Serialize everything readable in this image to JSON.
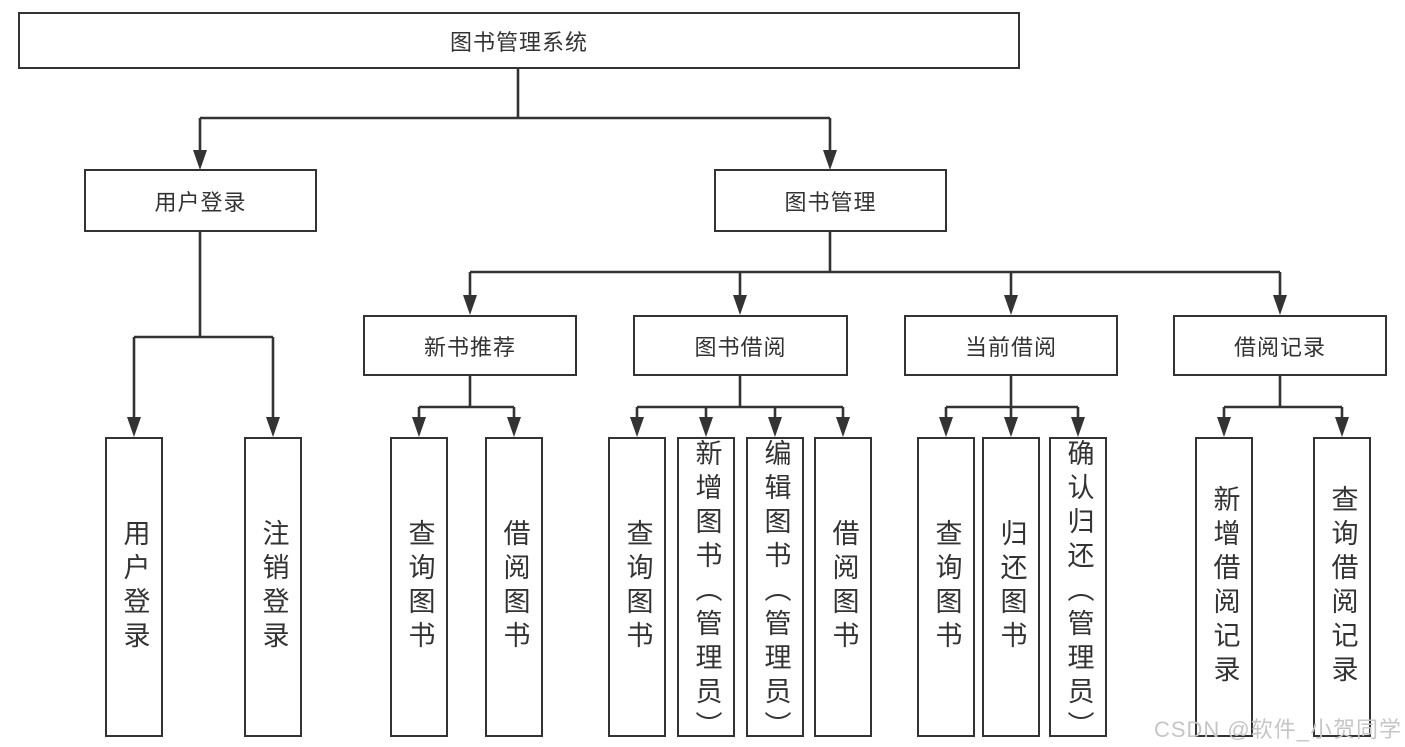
{
  "diagram": {
    "title": "图书管理系统",
    "watermark": "CSDN @软件_小贺同学",
    "colors": {
      "line": "#333333",
      "box_border": "#333333",
      "text": "#333333",
      "background": "#ffffff",
      "watermark": "#c6c6c6"
    },
    "nodes": {
      "root": "图书管理系统",
      "level2": {
        "user_login": "用户登录",
        "book_mgmt": "图书管理"
      },
      "level3": {
        "new_books": "新书推荐",
        "borrowing": "图书借阅",
        "current": "当前借阅",
        "records": "借阅记录"
      },
      "leaves": {
        "user_login": [
          "用户登录",
          "注销登录"
        ],
        "new_books": [
          "查询图书",
          "借阅图书"
        ],
        "borrowing": [
          "查询图书",
          "新增图书（管理员）",
          "编辑图书（管理员）",
          "借阅图书"
        ],
        "current": [
          "查询图书",
          "归还图书",
          "确认归还（管理员）"
        ],
        "records": [
          "新增借阅记录",
          "查询借阅记录"
        ]
      }
    }
  }
}
